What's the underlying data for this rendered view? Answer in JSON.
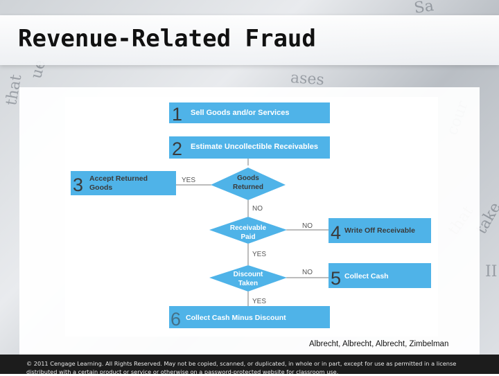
{
  "slide": {
    "title": "Revenue-Related Fraud",
    "credit": "Albrecht, Albrecht, Albrecht, Zimbelman",
    "footer": "© 2011 Cengage Learning. All Rights Reserved. May not be copied, scanned, or duplicated, in whole or in part, except for use as permitted in a license distributed with a certain product or service or otherwise on a password-protected website for classroom use."
  },
  "background_text": [
    "Sa",
    "ases",
    "cour",
    "that",
    "take",
    "II",
    "that",
    "ue"
  ],
  "diagram": {
    "colors": {
      "box": "#4fb3e8",
      "box_text": "#ffffff",
      "number": "#3a3a3a",
      "line": "#7a7a7a",
      "label": "#555555"
    },
    "steps": [
      {
        "number": "1",
        "label": "Sell Goods and/or Services"
      },
      {
        "number": "2",
        "label": "Estimate Uncollectible Receivables"
      },
      {
        "number": "3",
        "label_line1": "Accept Returned",
        "label_line2": "Goods"
      },
      {
        "number": "4",
        "label": "Write Off Receivable"
      },
      {
        "number": "5",
        "label": "Collect Cash"
      },
      {
        "number": "6",
        "label": "Collect Cash Minus Discount"
      }
    ],
    "decisions": [
      {
        "line1": "Goods",
        "line2": "Returned"
      },
      {
        "line1": "Receivable",
        "line2": "Paid"
      },
      {
        "line1": "Discount",
        "line2": "Taken"
      }
    ],
    "branch_labels": {
      "yes": "YES",
      "no": "NO"
    }
  }
}
